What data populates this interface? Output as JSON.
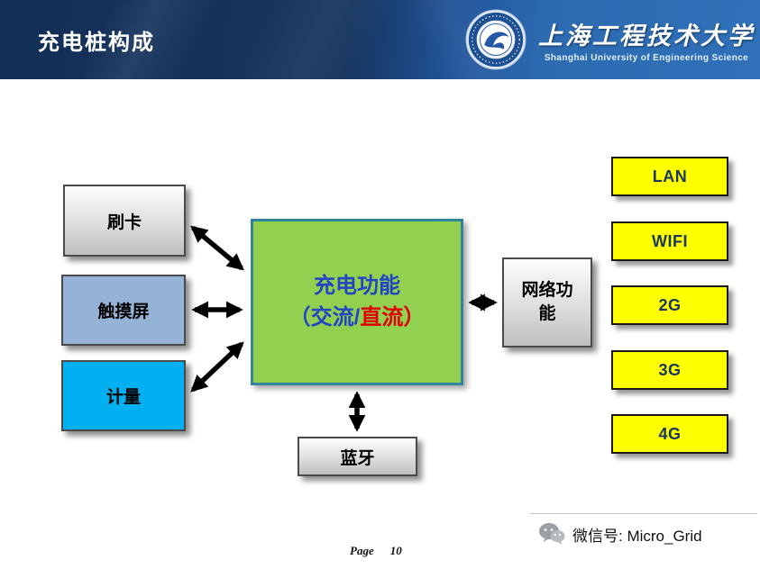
{
  "header": {
    "title": "充电桩构成",
    "university_cn": "上海工程技术大学",
    "university_en": "Shanghai University of Engineering Science"
  },
  "diagram": {
    "nodes": {
      "card": "刷卡",
      "touchscreen": "触摸屏",
      "metering": "计量",
      "charging_title": "充电功能",
      "charging_paren_open": "（",
      "charging_ac": "交流",
      "charging_slash": "/",
      "charging_dc": "直流",
      "charging_paren_close": "）",
      "network": "网络功能",
      "bluetooth": "蓝牙"
    },
    "network_types": [
      "LAN",
      "WIFI",
      "2G",
      "3G",
      "4G"
    ],
    "edges": [
      "刷卡 ↔ 充电功能",
      "触摸屏 ↔ 充电功能",
      "计量 ↔ 充电功能",
      "充电功能 ↔ 网络功能",
      "充电功能 ↔ 蓝牙"
    ]
  },
  "footer": {
    "page_label": "Page",
    "page_number": "10",
    "wechat_label": "微信号: Micro_Grid"
  },
  "colors": {
    "header_navy": "#15335C",
    "header_blue": "#2F70B8",
    "green_box": "#92D050",
    "green_box_border": "#31849B",
    "yellow_box": "#FFFF00",
    "yellow_box_text": "#17375E",
    "touchscreen_blue": "#95B3D7",
    "metering_cyan": "#00B0F0",
    "charging_text_blue": "#2144C4",
    "charging_text_red": "#E00000",
    "arrow_black": "#000000"
  }
}
